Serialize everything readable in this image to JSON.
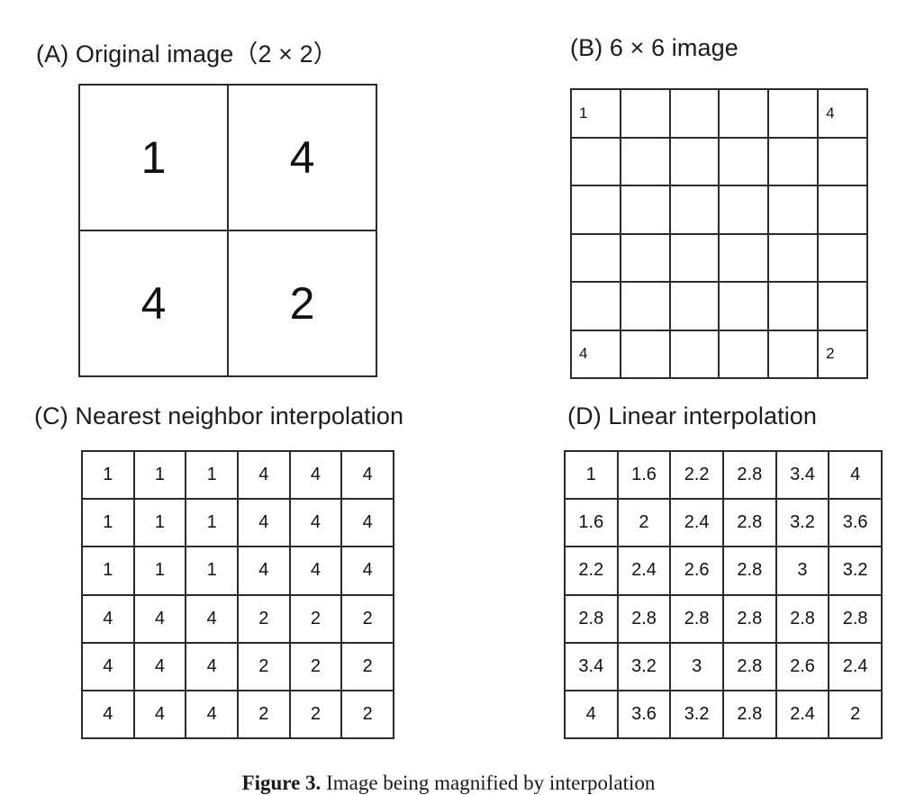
{
  "figure": {
    "caption_label": "Figure 3.",
    "caption_text": "Image being magnified by interpolation"
  },
  "panels": {
    "a": {
      "title": "(A)  Original image（2 × 2）",
      "rows": [
        [
          "1",
          "4"
        ],
        [
          "4",
          "2"
        ]
      ]
    },
    "b": {
      "title": "(B) 6 × 6 image",
      "rows": [
        [
          "1",
          "",
          "",
          "",
          "",
          "4"
        ],
        [
          "",
          "",
          "",
          "",
          "",
          ""
        ],
        [
          "",
          "",
          "",
          "",
          "",
          ""
        ],
        [
          "",
          "",
          "",
          "",
          "",
          ""
        ],
        [
          "",
          "",
          "",
          "",
          "",
          ""
        ],
        [
          "4",
          "",
          "",
          "",
          "",
          "2"
        ]
      ]
    },
    "c": {
      "title": "(C) Nearest neighbor interpolation",
      "rows": [
        [
          "1",
          "1",
          "1",
          "4",
          "4",
          "4"
        ],
        [
          "1",
          "1",
          "1",
          "4",
          "4",
          "4"
        ],
        [
          "1",
          "1",
          "1",
          "4",
          "4",
          "4"
        ],
        [
          "4",
          "4",
          "4",
          "2",
          "2",
          "2"
        ],
        [
          "4",
          "4",
          "4",
          "2",
          "2",
          "2"
        ],
        [
          "4",
          "4",
          "4",
          "2",
          "2",
          "2"
        ]
      ]
    },
    "d": {
      "title": "(D) Linear interpolation",
      "rows": [
        [
          "1",
          "1.6",
          "2.2",
          "2.8",
          "3.4",
          "4"
        ],
        [
          "1.6",
          "2",
          "2.4",
          "2.8",
          "3.2",
          "3.6"
        ],
        [
          "2.2",
          "2.4",
          "2.6",
          "2.8",
          "3",
          "3.2"
        ],
        [
          "2.8",
          "2.8",
          "2.8",
          "2.8",
          "2.8",
          "2.8"
        ],
        [
          "3.4",
          "3.2",
          "3",
          "2.8",
          "2.6",
          "2.4"
        ],
        [
          "4",
          "3.6",
          "3.2",
          "2.8",
          "2.4",
          "2"
        ]
      ]
    }
  },
  "colors": {
    "background": "#ffffff",
    "grid_line": "#2b2b2b",
    "text": "#111111"
  }
}
